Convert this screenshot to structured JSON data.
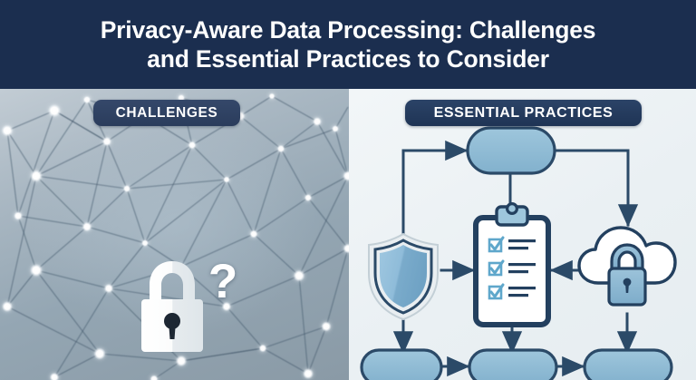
{
  "header": {
    "title": "Privacy-Aware Data Processing: Challenges\nand Essential Practices to Consider",
    "background_color": "#1b2e4f",
    "text_color": "#ffffff"
  },
  "panels": {
    "left": {
      "badge_label": "CHALLENGES",
      "badge_color": "#2f4263",
      "background_description": "blue-gray gradient with abstract network mesh of dark connecting lines and glowing white nodes",
      "icons": [
        {
          "name": "padlock-icon",
          "description": "white closed padlock with dark keyhole",
          "color": "#f4f6f7"
        },
        {
          "name": "question-mark-icon",
          "glyph": "?",
          "color": "#ffffff"
        }
      ]
    },
    "right": {
      "badge_label": "ESSENTIAL PRACTICES",
      "badge_color": "#23395c",
      "background_color": "#eef3f5",
      "diagram": {
        "type": "flowchart",
        "stroke_color": "#2b4a68",
        "node_fill": "#8fbcd6",
        "nodes": [
          {
            "id": "top-pill",
            "shape": "rounded-pill",
            "row": "top",
            "position": "center"
          },
          {
            "id": "shield",
            "shape": "icon",
            "icon": "shield-icon",
            "row": "middle",
            "position": "left"
          },
          {
            "id": "clipboard",
            "shape": "icon",
            "icon": "clipboard-checklist-icon",
            "row": "middle",
            "position": "center",
            "checklist_items": 3
          },
          {
            "id": "cloud-lock",
            "shape": "icon",
            "icon": "cloud-lock-icon",
            "row": "middle",
            "position": "right"
          },
          {
            "id": "bottom-pill-1",
            "shape": "rounded-pill",
            "row": "bottom",
            "position": "left"
          },
          {
            "id": "bottom-pill-2",
            "shape": "rounded-pill",
            "row": "bottom",
            "position": "center"
          },
          {
            "id": "bottom-pill-3",
            "shape": "rounded-pill",
            "row": "bottom",
            "position": "right"
          }
        ],
        "connections": [
          {
            "from": "shield",
            "to": "top-pill",
            "style": "elbow-arrow"
          },
          {
            "from": "top-pill",
            "to": "cloud-lock",
            "style": "elbow-arrow"
          },
          {
            "from": "top-pill",
            "to": "clipboard",
            "style": "straight-line"
          },
          {
            "from": "shield",
            "to": "clipboard",
            "style": "straight-arrow"
          },
          {
            "from": "cloud-lock",
            "to": "clipboard",
            "style": "straight-arrow"
          },
          {
            "from": "shield",
            "to": "bottom-pill-1",
            "style": "straight-arrow"
          },
          {
            "from": "clipboard",
            "to": "bottom-pill-2",
            "style": "straight-arrow"
          },
          {
            "from": "cloud-lock",
            "to": "bottom-pill-3",
            "style": "straight-arrow"
          },
          {
            "from": "bottom-pill-1",
            "to": "bottom-pill-2",
            "style": "straight-arrow"
          },
          {
            "from": "bottom-pill-2",
            "to": "bottom-pill-3",
            "style": "straight-arrow"
          }
        ]
      }
    }
  },
  "colors": {
    "navy": "#1b2e4f",
    "stroke": "#2b4a68",
    "node_blue": "#8fbcd6",
    "light_bg": "#eef3f5",
    "white": "#ffffff"
  }
}
